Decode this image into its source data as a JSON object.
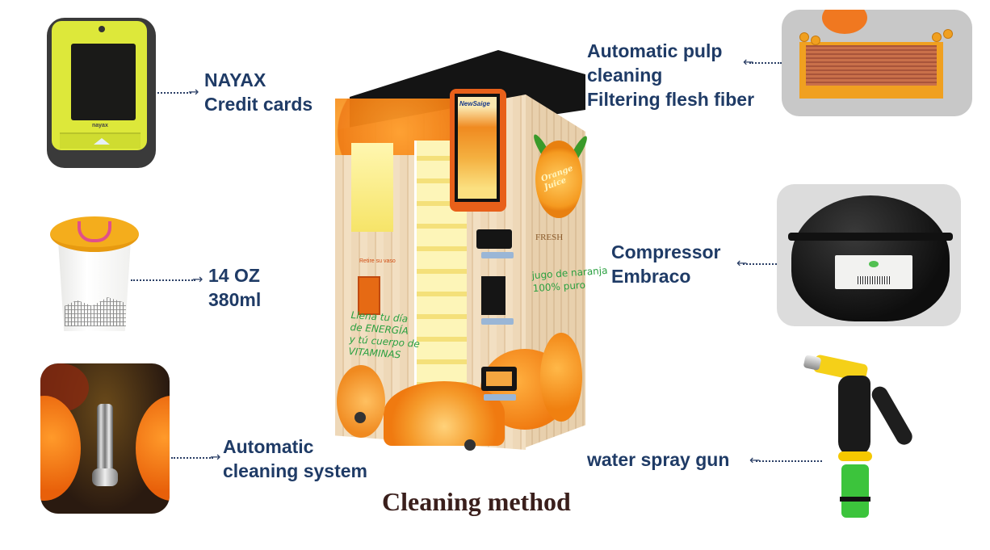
{
  "title": "Cleaning method",
  "colors": {
    "label_text": "#1f3b66",
    "title_text": "#3a1f1c",
    "arrow": "#2b3f66",
    "background": "#ffffff"
  },
  "features": {
    "nayax": {
      "line1": "NAYAX",
      "line2": "Credit cards",
      "image": "nayax-card-reader",
      "arrow_direction": "right"
    },
    "cup": {
      "line1": "14 OZ",
      "line2": "380ml",
      "image": "paper-cup-with-lid",
      "arrow_direction": "right"
    },
    "cleaning": {
      "line1": "Automatic",
      "line2": "cleaning system",
      "image": "cleaning-nozzle-between-oranges",
      "arrow_direction": "right"
    },
    "pulp": {
      "line1": "Automatic pulp",
      "line2": "cleaning",
      "line3": "Filtering flesh fiber",
      "image": "orange-pulp-filter",
      "arrow_direction": "left"
    },
    "compressor": {
      "line1": "Compressor",
      "line2": "Embraco",
      "image": "embraco-compressor",
      "arrow_direction": "left"
    },
    "spray": {
      "line1": "water spray gun",
      "image": "yellow-water-spray-gun",
      "arrow_direction": "left"
    }
  },
  "machine": {
    "screen_brand": "NewSaige",
    "side_logo": "Orange Juice",
    "fresh_label": "FRESH",
    "retire_label": "Retire su vaso",
    "front_slogan": "Llena tu día\nde ENERGÍA\ny tú cuerpo de\nVITAMINAS",
    "side_slogan": "jugo de naranja\n100% puro"
  },
  "icons": {
    "arrow_right": "→",
    "arrow_left": "←"
  }
}
